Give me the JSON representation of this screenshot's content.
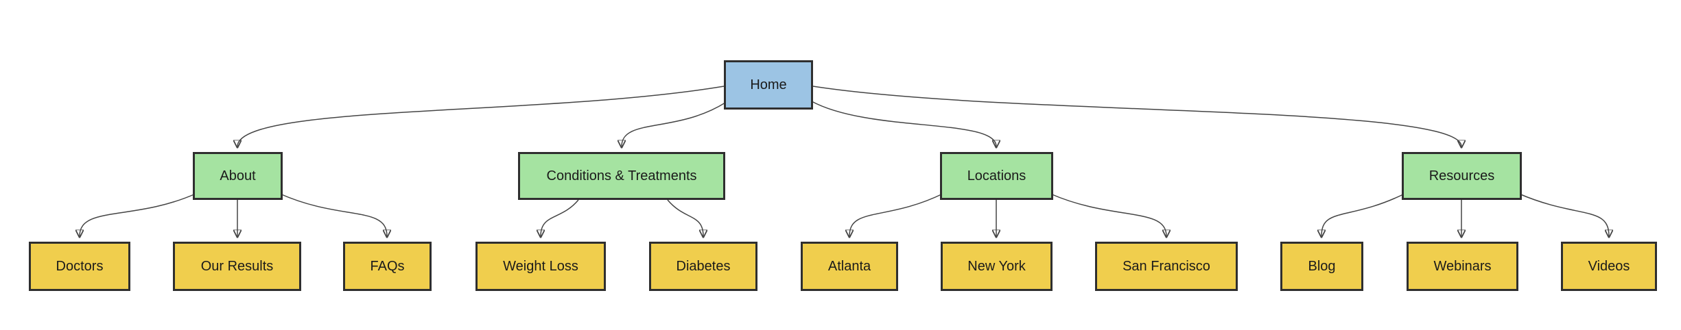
{
  "diagram": {
    "type": "sitemap-tree",
    "colors": {
      "root-fill": "#9CC4E4",
      "section-fill": "#A5E3A1",
      "page-fill": "#F0CE4D",
      "shape-border": "#2F2F2F",
      "connector": "#444444",
      "text": "#1A1A1A",
      "canvas-background": "#FFFFFF"
    },
    "nodes": {
      "home": {
        "label": "Home",
        "level": 1
      },
      "about": {
        "label": "About",
        "level": 2
      },
      "conditions": {
        "label": "Conditions & Treatments",
        "level": 2
      },
      "locations": {
        "label": "Locations",
        "level": 2
      },
      "resources": {
        "label": "Resources",
        "level": 2
      },
      "doctors": {
        "label": "Doctors",
        "level": 3
      },
      "our_results": {
        "label": "Our Results",
        "level": 3
      },
      "faqs": {
        "label": "FAQs",
        "level": 3
      },
      "weight_loss": {
        "label": "Weight Loss",
        "level": 3
      },
      "diabetes": {
        "label": "Diabetes",
        "level": 3
      },
      "atlanta": {
        "label": "Atlanta",
        "level": 3
      },
      "new_york": {
        "label": "New York",
        "level": 3
      },
      "san_francisco": {
        "label": "San Francisco",
        "level": 3
      },
      "blog": {
        "label": "Blog",
        "level": 3
      },
      "webinars": {
        "label": "Webinars",
        "level": 3
      },
      "videos": {
        "label": "Videos",
        "level": 3
      }
    },
    "edges": [
      {
        "from": "home",
        "to": "about"
      },
      {
        "from": "home",
        "to": "conditions"
      },
      {
        "from": "home",
        "to": "locations"
      },
      {
        "from": "home",
        "to": "resources"
      },
      {
        "from": "about",
        "to": "doctors"
      },
      {
        "from": "about",
        "to": "our_results"
      },
      {
        "from": "about",
        "to": "faqs"
      },
      {
        "from": "conditions",
        "to": "weight_loss"
      },
      {
        "from": "conditions",
        "to": "diabetes"
      },
      {
        "from": "locations",
        "to": "atlanta"
      },
      {
        "from": "locations",
        "to": "new_york"
      },
      {
        "from": "locations",
        "to": "san_francisco"
      },
      {
        "from": "resources",
        "to": "blog"
      },
      {
        "from": "resources",
        "to": "webinars"
      },
      {
        "from": "resources",
        "to": "videos"
      }
    ]
  }
}
